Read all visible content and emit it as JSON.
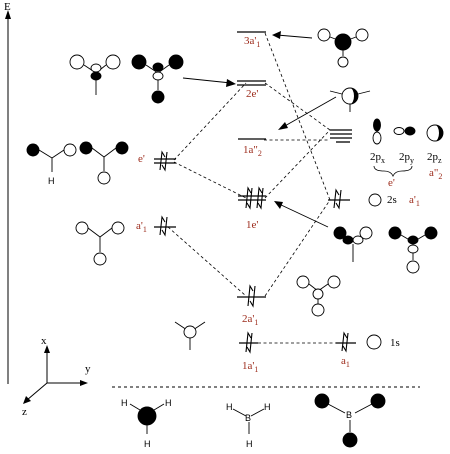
{
  "axis": {
    "energy_label": "E"
  },
  "levels": {
    "3a1p": "3a'",
    "3a1p_sub": "1",
    "2ep": "2e'",
    "1a2pp": "1a\"",
    "1a2pp_sub": "2",
    "ep": "e'",
    "1ep": "1e'",
    "a1p": "a'",
    "a1p_sub": "1",
    "2a1p": "2a'",
    "2a1p_sub": "1",
    "1a1p": "1a'",
    "1a1p_sub": "1",
    "a1_right": "a",
    "a1_right_sub": "1"
  },
  "atomic": {
    "twos": "2s",
    "twos_sym": "a'",
    "twos_sym_sub": "1",
    "ones": "1s",
    "p_x": "2p",
    "p_x_sub": "x",
    "p_y": "2p",
    "p_y_sub": "y",
    "p_z": "2p",
    "p_z_sub": "z",
    "p_xy_sym": "e'",
    "p_z_sym": "a\"",
    "p_z_sym_sub": "2"
  },
  "coords": {
    "x": "x",
    "y": "y",
    "z": "z"
  },
  "molecules": {
    "h_left": "H",
    "h_mid_a": "H",
    "h_mid_b": "H",
    "h_mid_c": "H",
    "b_mid": "B",
    "h_right_a": "H",
    "h_right_b": "H",
    "h_right_c": "H",
    "b_right": "B"
  }
}
